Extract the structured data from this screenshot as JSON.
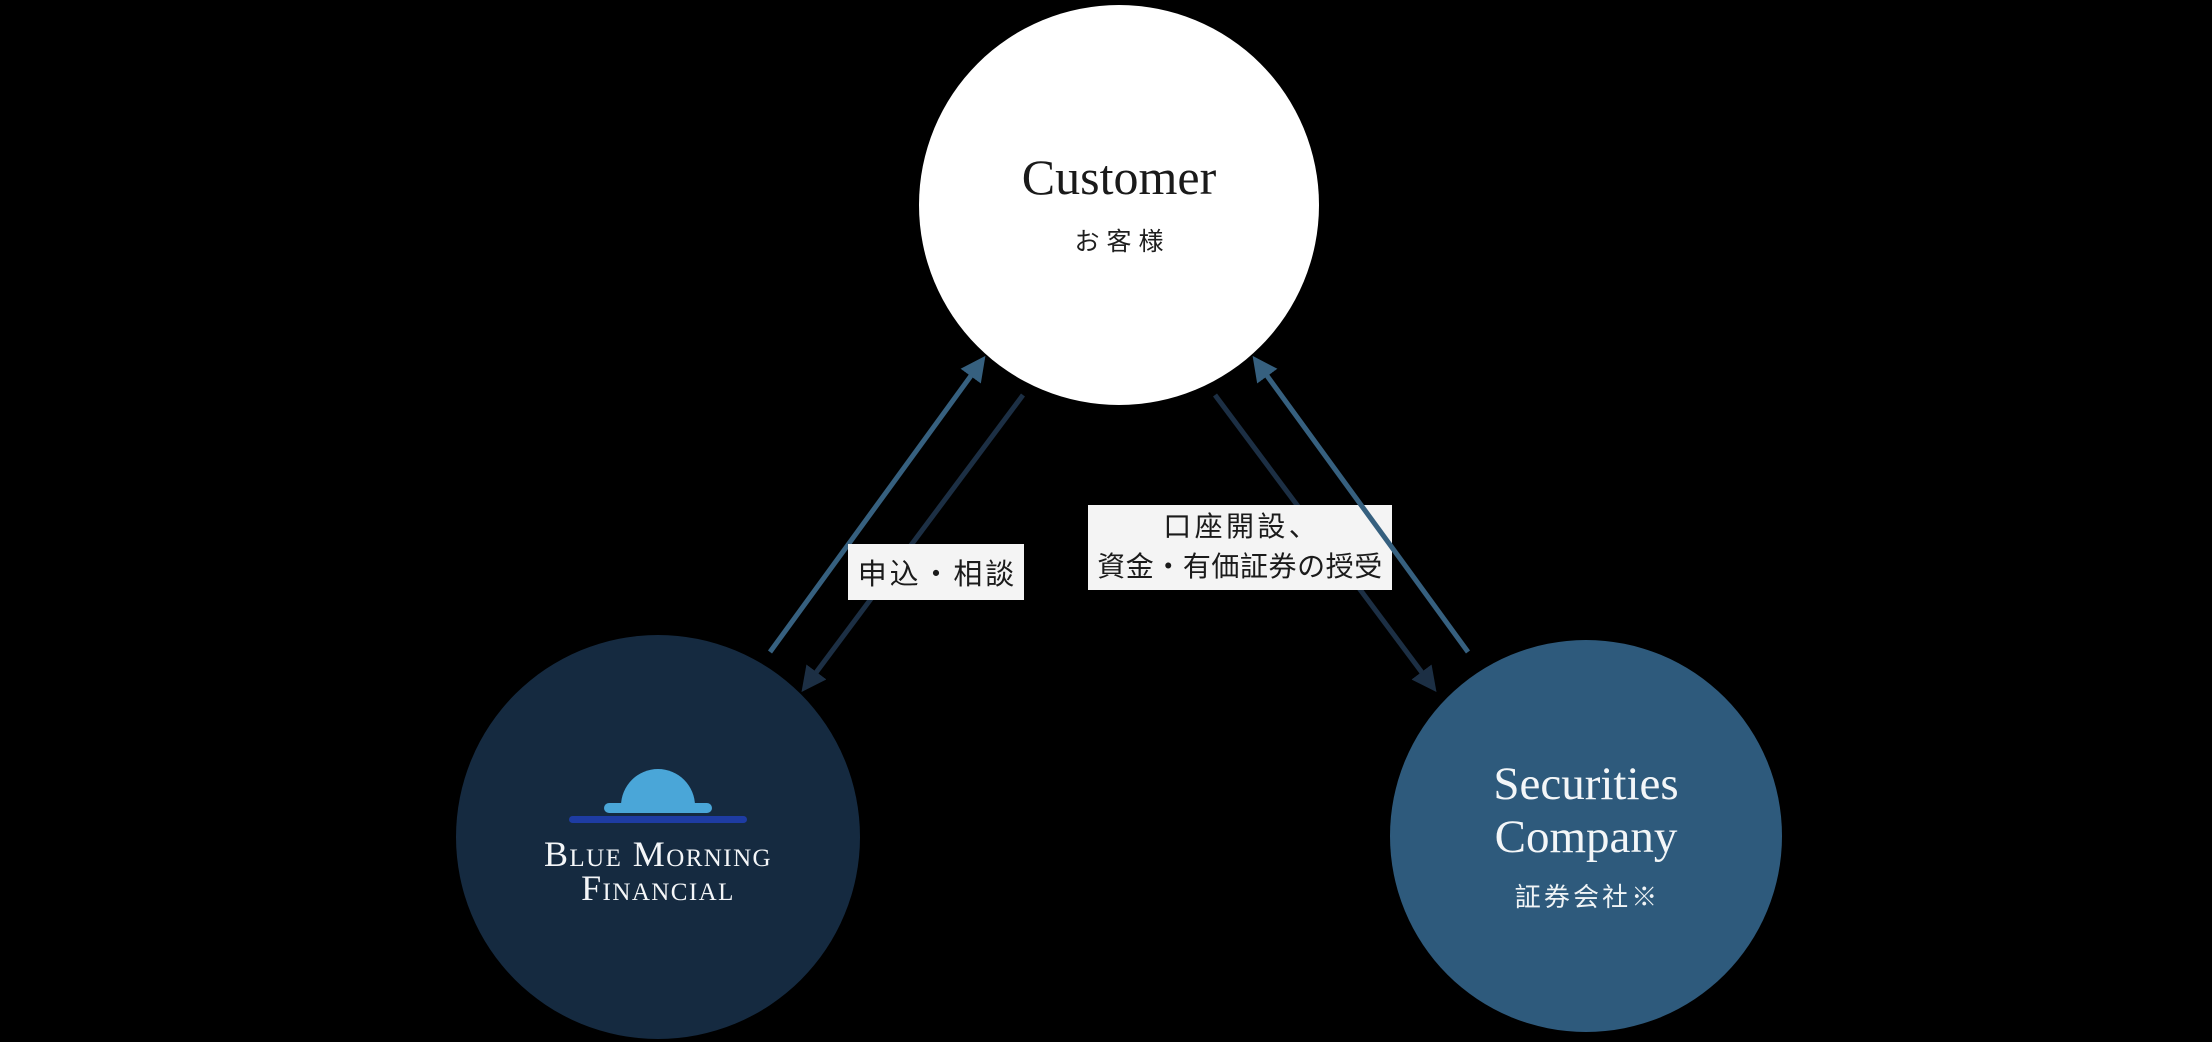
{
  "page": {
    "background": "#000000"
  },
  "diagram": {
    "customer": {
      "title": "Customer",
      "subtitle": "お客様",
      "fill": "#ffffff"
    },
    "blue_morning": {
      "name_line1": "Blue Morning",
      "name_line2": "Financial",
      "fill": "#152a40",
      "sun_color": "#4aa6d8",
      "bar_color": "#1e3ca3"
    },
    "securities": {
      "title_line1": "Securities",
      "title_line2": "Company",
      "subtitle": "証券会社※",
      "fill": "#2e5a7c"
    },
    "flows": {
      "left_label": "申込・相談",
      "right_label_line1": "口座開設、",
      "right_label_line2": "資金・有価証券の授受",
      "label_bg": "#f4f4f4",
      "arrow_light": "#36607f",
      "arrow_dark": "#1c2f44"
    }
  }
}
